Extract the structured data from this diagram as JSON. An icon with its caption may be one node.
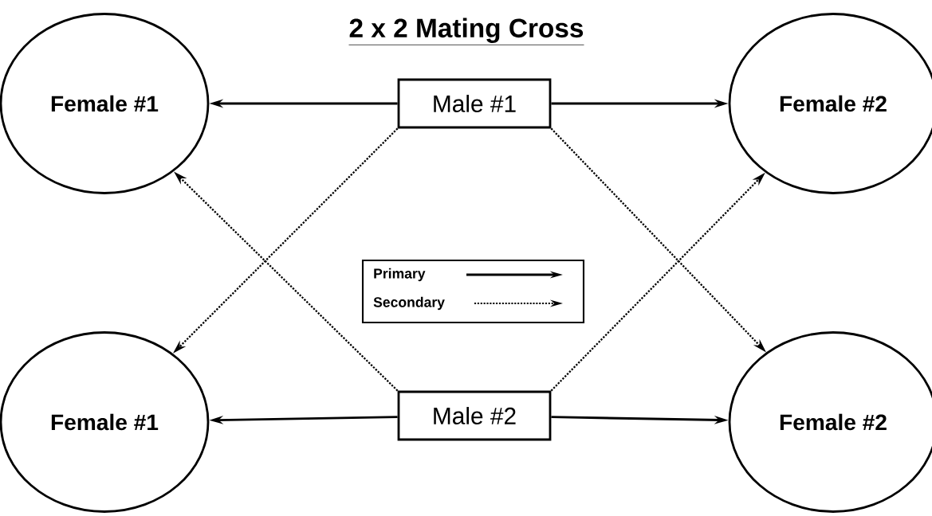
{
  "diagram": {
    "title": "2 x 2 Mating Cross",
    "nodes": [
      {
        "text": [
          "Female #1"
        ]
      },
      {
        "text": [
          "Male #1"
        ]
      },
      {
        "text": [
          "Female #2"
        ]
      },
      {
        "text": [
          "Female #1"
        ]
      },
      {
        "text": [
          "Male #2"
        ]
      },
      {
        "text": [
          "Female #2"
        ]
      }
    ],
    "edges": [
      {
        "from": 1,
        "to": 0,
        "arrow": "to"
      },
      {
        "from": 1,
        "to": 2,
        "arrow": "to"
      },
      {
        "from": 1,
        "to": 3,
        "arrow": "to",
        "style": "dashed"
      },
      {
        "from": 1,
        "to": 5,
        "arrow": "to",
        "style": "dashed"
      },
      {
        "from": 4,
        "to": 0,
        "arrow": "to",
        "style": "dashed"
      },
      {
        "from": 4,
        "to": 2,
        "arrow": "to",
        "style": "dashed"
      },
      {
        "from": 4,
        "to": 3,
        "arrow": "to"
      },
      {
        "from": 4,
        "to": 5,
        "arrow": "to"
      }
    ],
    "legend": [
      {
        "text": "Primary"
      },
      {
        "text": "Secondary"
      }
    ]
  }
}
